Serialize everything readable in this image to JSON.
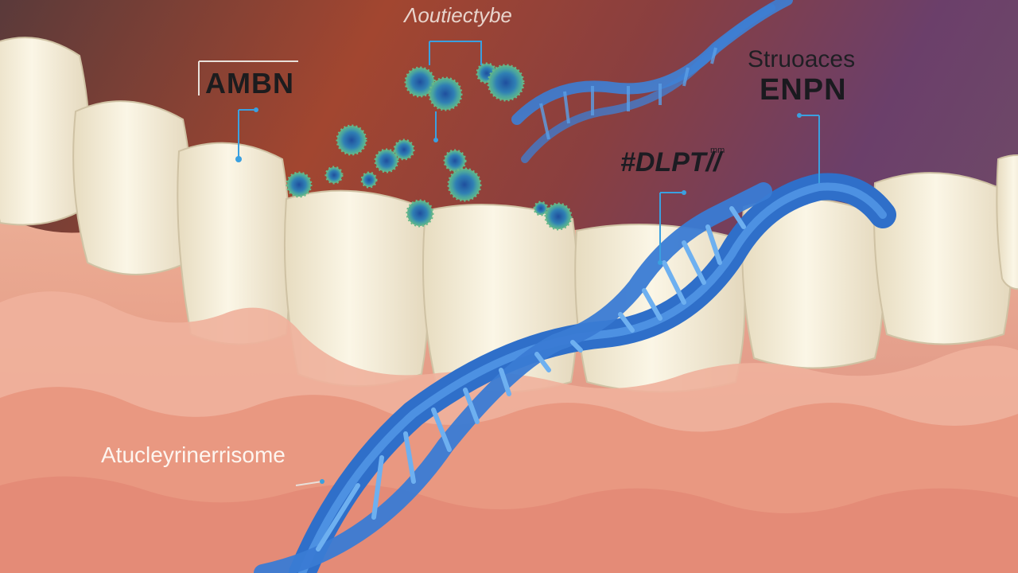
{
  "labels": {
    "amb": "AMBN",
    "top": "Λoutiectybe",
    "structures": "Struoaces",
    "enp": "ENPN",
    "dlp": "#DLPT//",
    "dlp_small": "mm",
    "atu": "Atucleyrinerrisome"
  },
  "colors": {
    "background_warm": "#b2472e",
    "background_purple": "#6b3f6a",
    "gum": "#eaa48f",
    "tooth": "#f4edd8",
    "dna": "#3e7fd6",
    "bacteria": "#3f8fb0",
    "pointer": "#3aa0e0"
  }
}
